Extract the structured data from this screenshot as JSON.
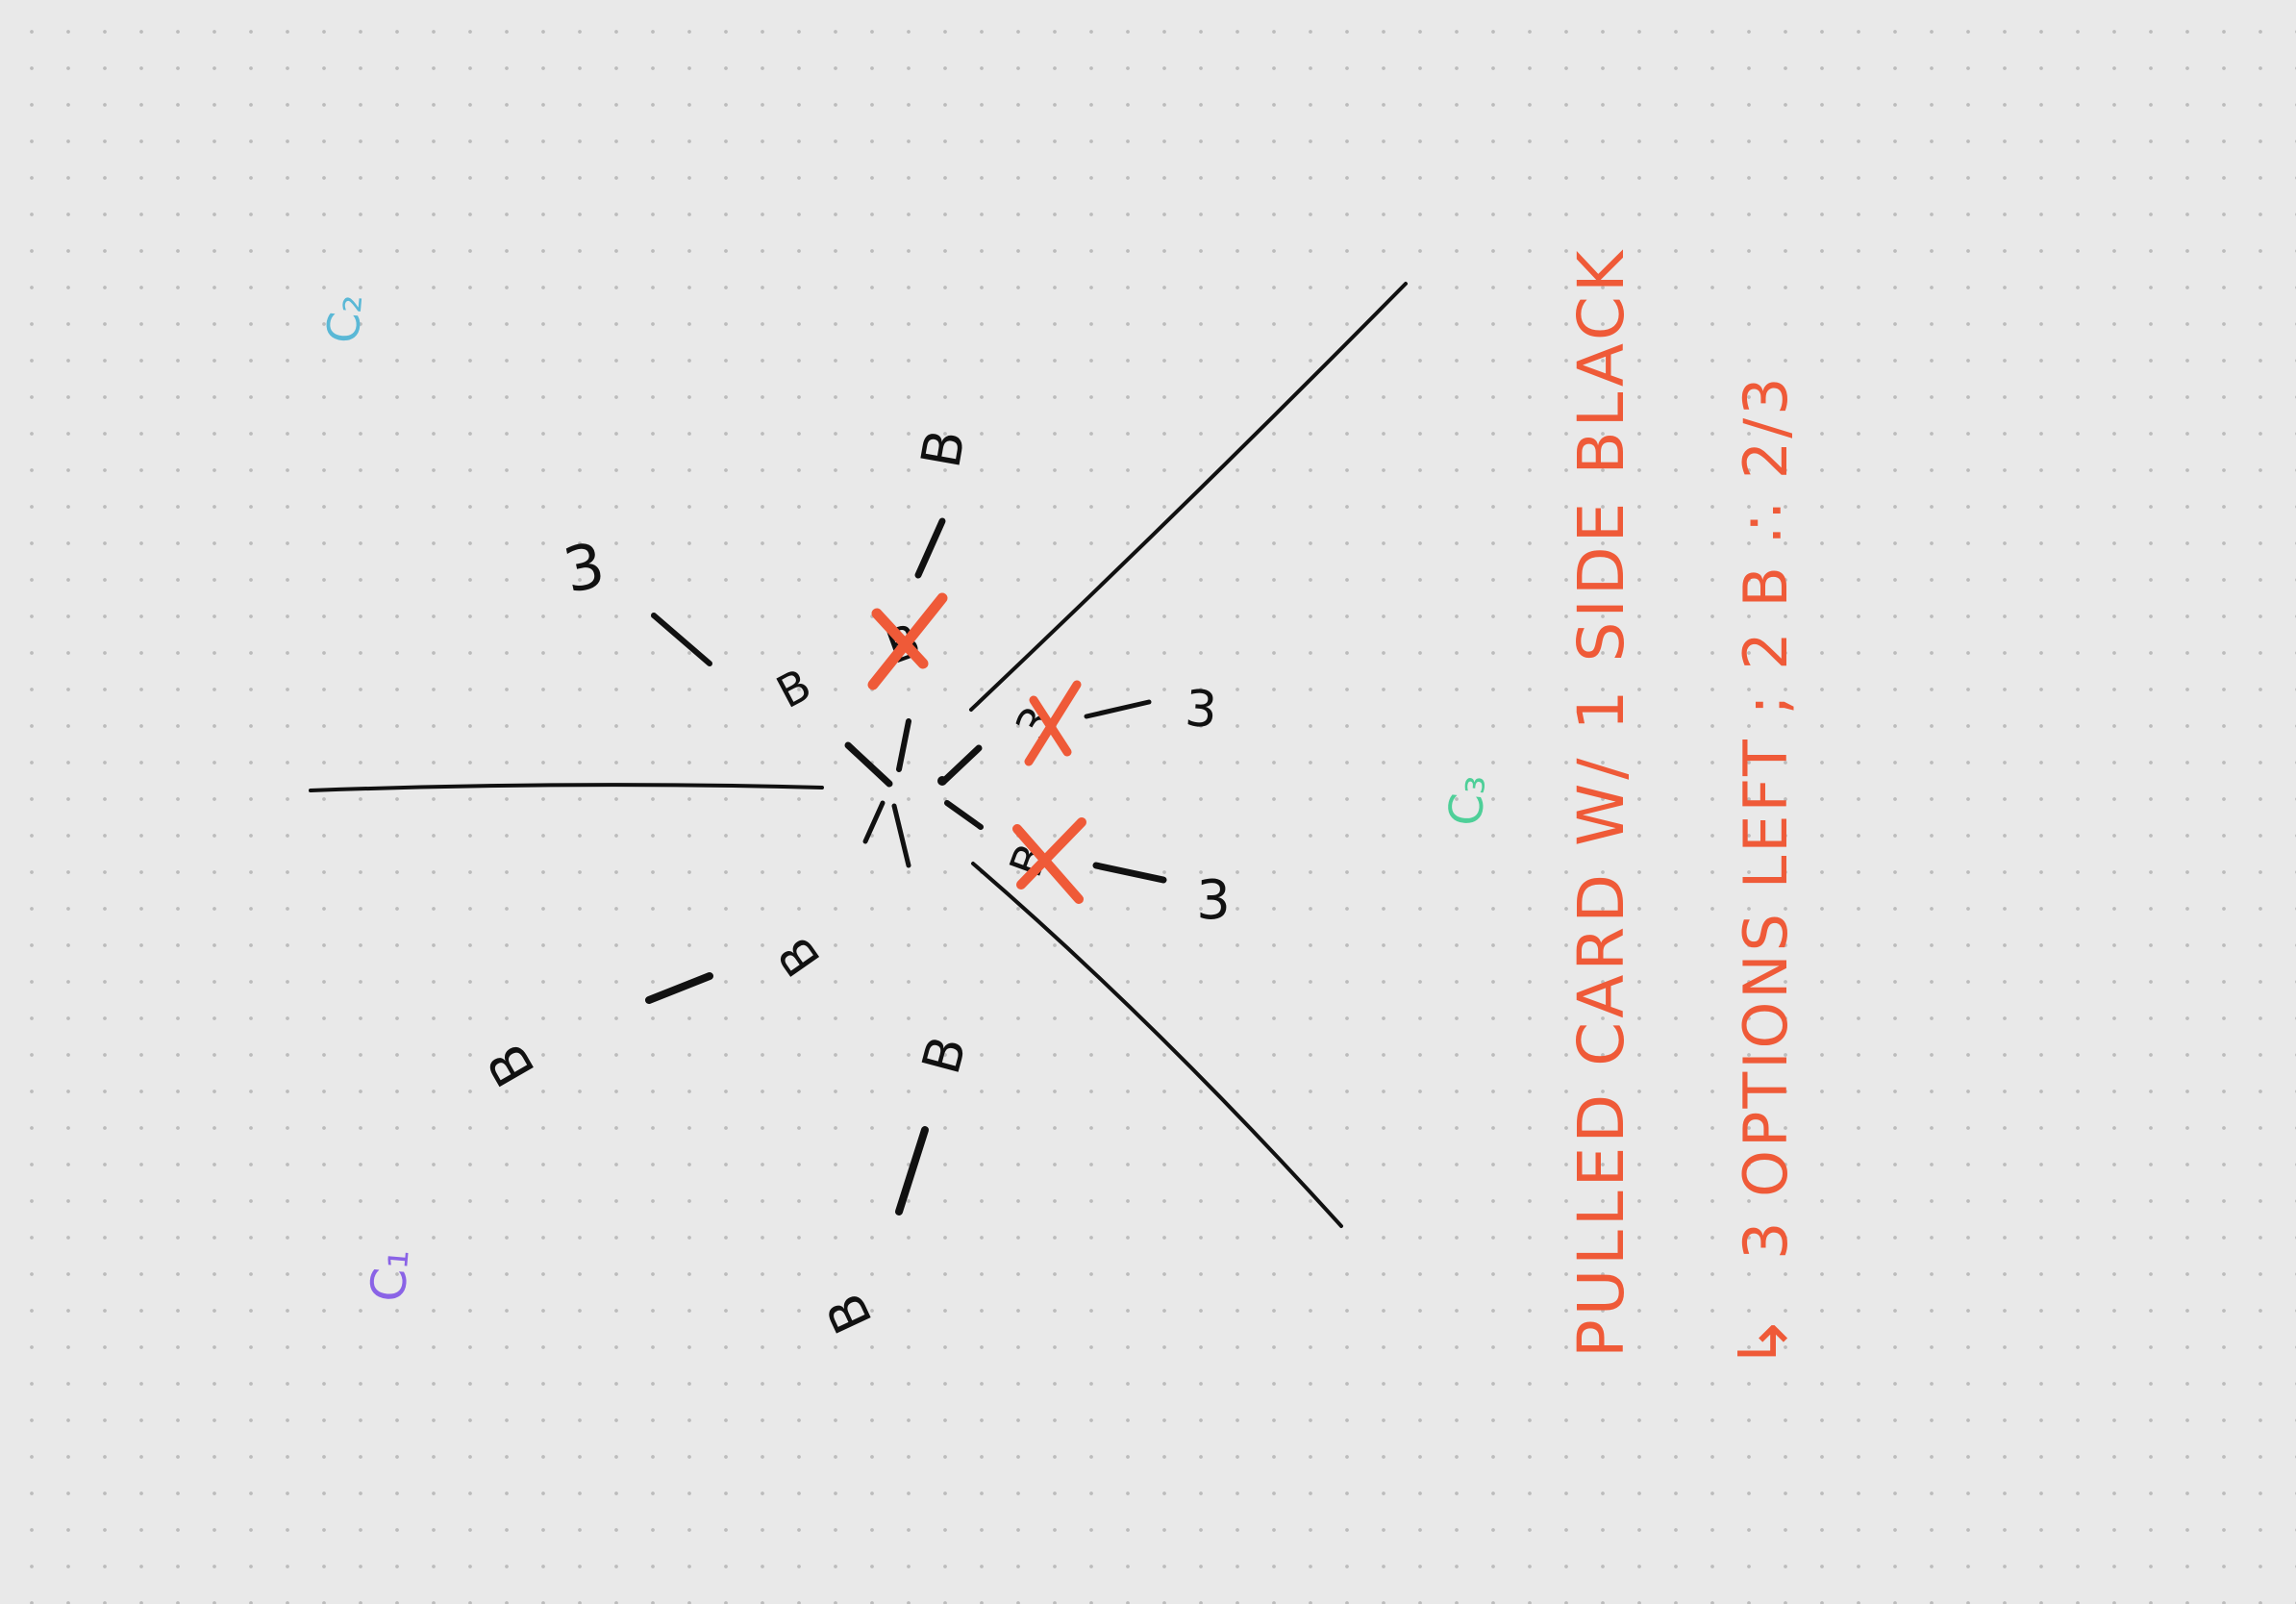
{
  "canvas": {
    "background_color": "#e9e9e9",
    "dot_color": "#bcbcbc"
  },
  "colors": {
    "ink": "#111111",
    "accent": "#ef5a38",
    "c1": "#8a63e6",
    "c2": "#5ab8d6",
    "c3": "#4ecf98"
  },
  "region_labels": {
    "c1": "C₁",
    "c2": "C₂",
    "c3": "C₃"
  },
  "diagram": {
    "center_labels": {
      "upper_left": "B",
      "crossed_top": "B",
      "crossed_right_upper": "3",
      "crossed_right_lower": "B",
      "lower_left": "B"
    },
    "outer_labels": {
      "top_left": "3",
      "top": "B",
      "right_upper": "3",
      "right_lower": "3",
      "left_lower": "B",
      "bottom_right": "B",
      "bottom": "B"
    }
  },
  "notes": {
    "line1": "PULLED CARD W/ 1 SIDE BLACK",
    "line2_arrow": "↳",
    "line2": "3 OPTIONS LEFT ; 2 B ∴ 2/3"
  }
}
